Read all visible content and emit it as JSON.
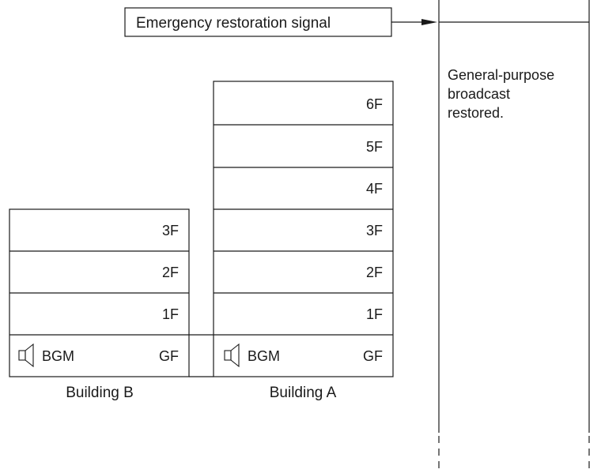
{
  "signal": {
    "label": "Emergency restoration signal"
  },
  "status": {
    "lines": [
      "General-purpose",
      "broadcast",
      "restored."
    ]
  },
  "building_a": {
    "caption": "Building A",
    "floors": [
      "6F",
      "5F",
      "4F",
      "3F",
      "2F",
      "1F",
      "GF"
    ],
    "bgm_label": "BGM"
  },
  "building_b": {
    "caption": "Building B",
    "floors": [
      "3F",
      "2F",
      "1F",
      "GF"
    ],
    "bgm_label": "BGM"
  },
  "icons": {
    "speaker": "speaker-icon",
    "arrow": "arrow-right-icon"
  }
}
